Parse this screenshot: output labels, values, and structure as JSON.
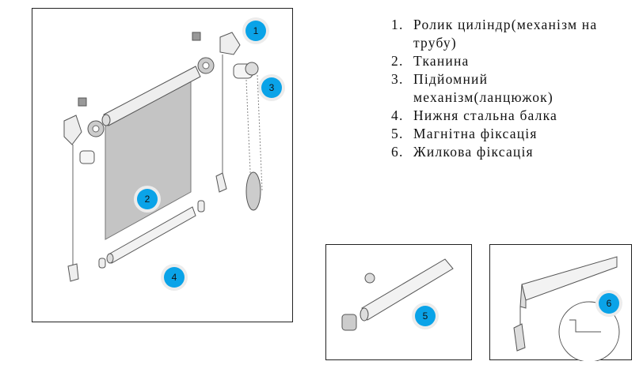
{
  "legend": [
    {
      "num": "1.",
      "text": "Ролик циліндр(механізм на трубу)"
    },
    {
      "num": "2.",
      "text": "Тканина"
    },
    {
      "num": "3.",
      "text": "Підйомний механізм(ланцюжок)"
    },
    {
      "num": "4.",
      "text": "Нижня стальна балка"
    },
    {
      "num": "5.",
      "text": "Магнітна фіксація"
    },
    {
      "num": "6.",
      "text": "Жилкова фіксація"
    }
  ],
  "badges": {
    "b1": "1",
    "b2": "2",
    "b3": "3",
    "b4": "4",
    "b5": "5",
    "b6": "6"
  },
  "colors": {
    "badge": "#0aa3e8",
    "fabric": "#c4c4c4"
  }
}
